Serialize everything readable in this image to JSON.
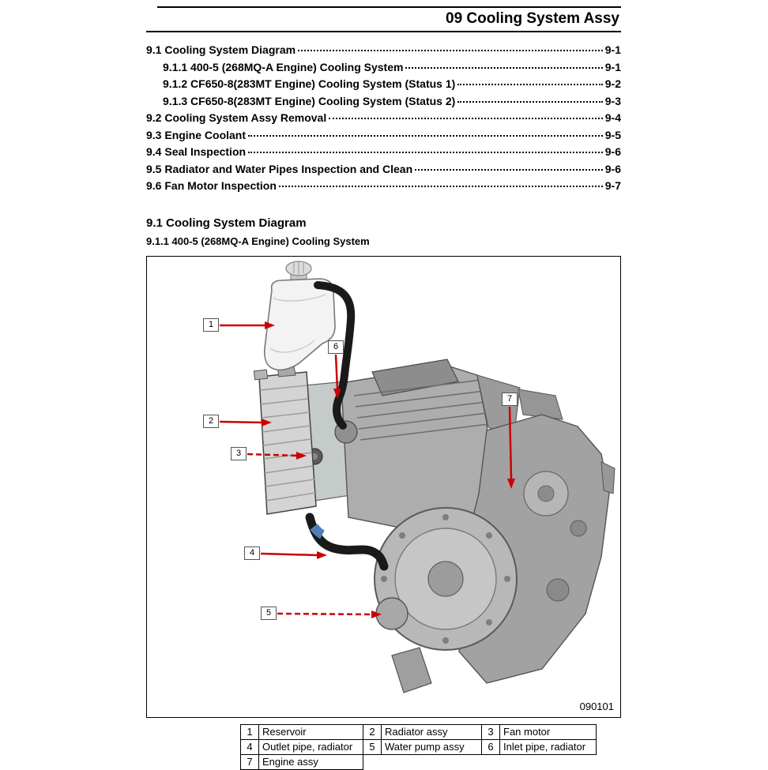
{
  "header": {
    "title": "09 Cooling System Assy"
  },
  "toc": {
    "items": [
      {
        "label": "9.1 Cooling System Diagram",
        "page": "9-1"
      },
      {
        "label": "9.1.1 400-5 (268MQ-A Engine) Cooling System",
        "page": "9-1"
      },
      {
        "label": "9.1.2 CF650-8(283MT Engine) Cooling System (Status 1)",
        "page": "9-2"
      },
      {
        "label": "9.1.3 CF650-8(283MT Engine) Cooling System (Status 2)",
        "page": "9-3"
      },
      {
        "label": "9.2 Cooling System Assy Removal",
        "page": "9-4"
      },
      {
        "label": "9.3 Engine Coolant",
        "page": "9-5"
      },
      {
        "label": "9.4 Seal Inspection",
        "page": "9-6"
      },
      {
        "label": "9.5 Radiator and Water Pipes Inspection and Clean",
        "page": "9-6"
      },
      {
        "label": "9.6 Fan Motor Inspection",
        "page": "9-7"
      }
    ]
  },
  "section": {
    "heading": "9.1 Cooling System Diagram",
    "subheading": "9.1.1 400-5 (268MQ-A Engine) Cooling System"
  },
  "figure": {
    "number": "090101",
    "callouts": [
      "1",
      "2",
      "3",
      "4",
      "5",
      "6",
      "7"
    ],
    "arrow_color": "#cc0000"
  },
  "legend": {
    "rows": [
      [
        {
          "n": "1",
          "label": "Reservoir"
        },
        {
          "n": "2",
          "label": "Radiator assy"
        },
        {
          "n": "3",
          "label": "Fan motor"
        }
      ],
      [
        {
          "n": "4",
          "label": "Outlet pipe, radiator"
        },
        {
          "n": "5",
          "label": "Water pump assy"
        },
        {
          "n": "6",
          "label": "Inlet pipe, radiator"
        }
      ],
      [
        {
          "n": "7",
          "label": "Engine assy"
        }
      ]
    ]
  }
}
